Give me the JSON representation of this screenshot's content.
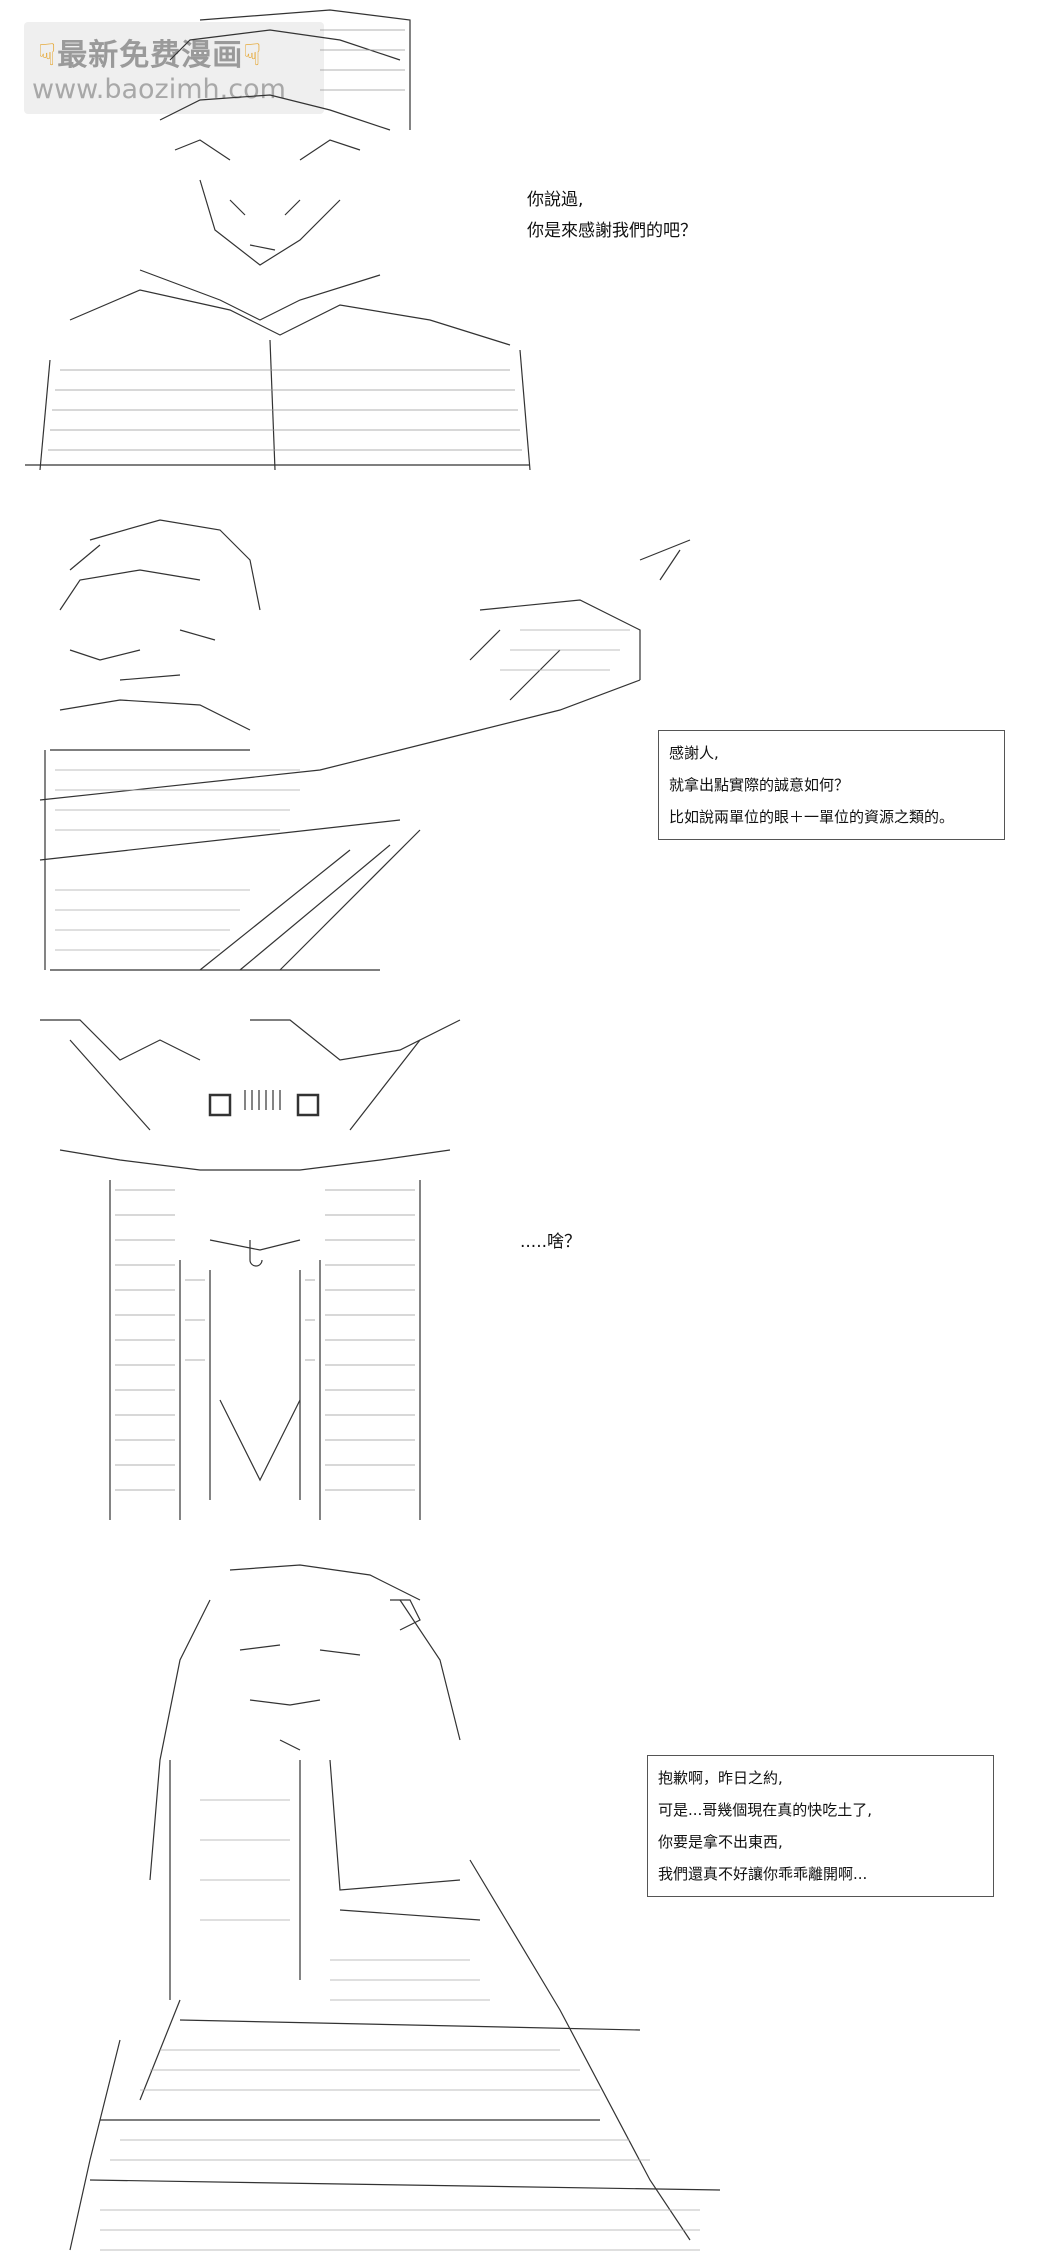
{
  "watermark": {
    "line1": "最新免费漫画",
    "line2": "www.baozimh.com",
    "hand_icon": "pointing-hand-icon",
    "hand_color": "#e5a021"
  },
  "panels": [
    {
      "speech": [
        "你說過,",
        "你是來感謝我們的吧？"
      ]
    },
    {
      "box": [
        "感謝人,",
        "就拿出點實際的誠意如何？",
        "比如說兩單位的眼＋一單位的資源之類的。"
      ]
    },
    {
      "speech": [
        ".....啥？"
      ]
    },
    {
      "box": [
        "抱歉啊，昨日之約,",
        "可是...哥幾個現在真的快吃土了,",
        "你要是拿不出東西,",
        "我們還真不好讓你乖乖離開啊..."
      ]
    }
  ]
}
